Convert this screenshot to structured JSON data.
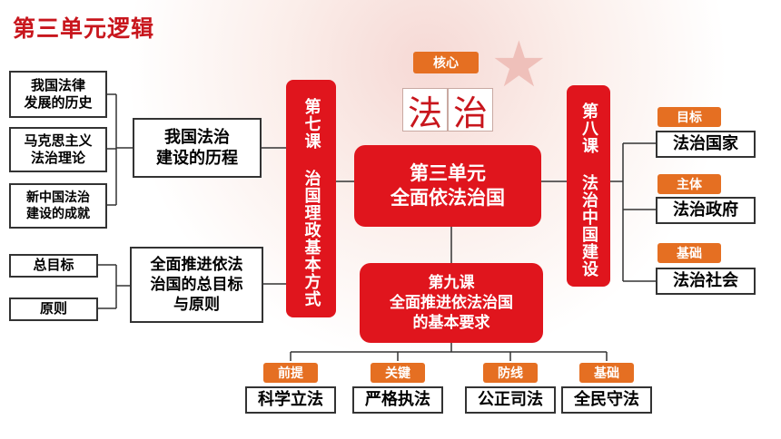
{
  "title": "第三单元逻辑",
  "core_tag": "核心",
  "fazhi": [
    "法",
    "治"
  ],
  "center": "第三单元\n全面依法治国",
  "lesson7": "第七课 治国理政基本方式",
  "lesson8": "第八课 法治中国建设",
  "lesson9": "第九课\n全面推进依法治国\n的基本要求",
  "left_mid": [
    {
      "label": "我国法治\n建设的历程"
    },
    {
      "label": "全面推进依法\n治国的总目标\n与原则"
    }
  ],
  "left_small": [
    {
      "label": "我国法律\n发展的历史"
    },
    {
      "label": "马克思主义\n法治理论"
    },
    {
      "label": "新中国法治\n建设的成就"
    },
    {
      "label": "总目标"
    },
    {
      "label": "原则"
    }
  ],
  "right": [
    {
      "tag": "目标",
      "label": "法治国家"
    },
    {
      "tag": "主体",
      "label": "法治政府"
    },
    {
      "tag": "基础",
      "label": "法治社会"
    }
  ],
  "bottom": [
    {
      "tag": "前提",
      "label": "科学立法"
    },
    {
      "tag": "关键",
      "label": "严格执法"
    },
    {
      "tag": "防线",
      "label": "公正司法"
    },
    {
      "tag": "基础",
      "label": "全民守法"
    }
  ],
  "colors": {
    "red": "#e0151d",
    "orange": "#e56f22",
    "title": "#c8161d"
  }
}
